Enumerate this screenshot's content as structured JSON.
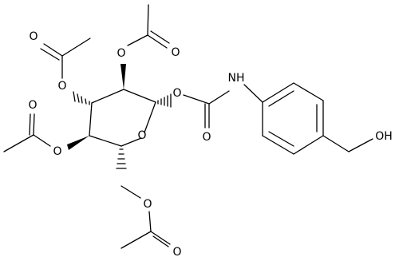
{
  "colors": {
    "background": "#ffffff",
    "ink": "#000000"
  },
  "molecule": {
    "labels": {
      "ring_oxygen": "O",
      "o_anomeric": "O",
      "o_c2": "O",
      "o_c3": "O",
      "o_c4": "O",
      "o_c6": "O",
      "carbonyl_c2": "O",
      "carbonyl_c3": "O",
      "carbonyl_c4": "O",
      "carbonyl_c6": "O",
      "carbonyl_carbamate": "O",
      "amide_nh": "NH",
      "hydroxyl": "OH"
    }
  }
}
